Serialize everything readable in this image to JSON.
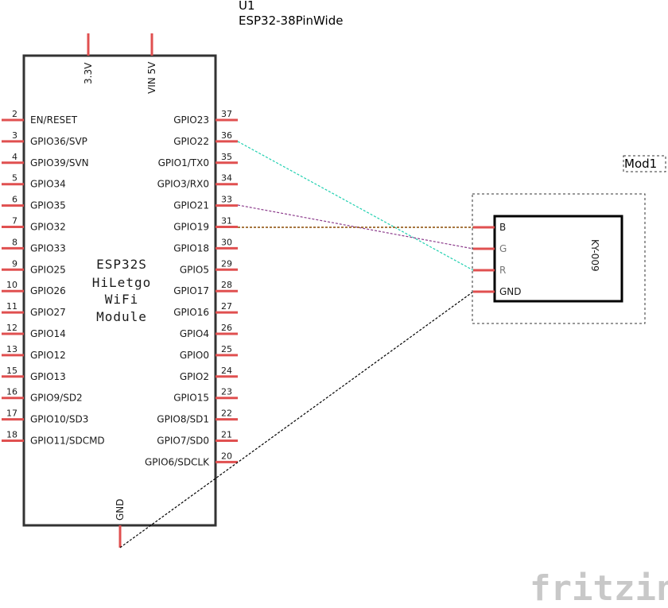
{
  "u1": {
    "ref": "U1",
    "part": "ESP32-38PinWide",
    "body_lines": [
      "ESP32S",
      "HiLetgo",
      "WiFi",
      "Module"
    ],
    "top_pins": [
      {
        "name": "3.3V"
      },
      {
        "name": "VIN 5V"
      }
    ],
    "bottom_pin": {
      "name": "GND"
    },
    "left_pins": [
      {
        "num": "2",
        "name": "EN/RESET"
      },
      {
        "num": "3",
        "name": "GPIO36/SVP"
      },
      {
        "num": "4",
        "name": "GPIO39/SVN"
      },
      {
        "num": "5",
        "name": "GPIO34"
      },
      {
        "num": "6",
        "name": "GPIO35"
      },
      {
        "num": "7",
        "name": "GPIO32"
      },
      {
        "num": "8",
        "name": "GPIO33"
      },
      {
        "num": "9",
        "name": "GPIO25"
      },
      {
        "num": "10",
        "name": "GPIO26"
      },
      {
        "num": "11",
        "name": "GPIO27"
      },
      {
        "num": "12",
        "name": "GPIO14"
      },
      {
        "num": "13",
        "name": "GPIO12"
      },
      {
        "num": "15",
        "name": "GPIO13"
      },
      {
        "num": "16",
        "name": "GPIO9/SD2"
      },
      {
        "num": "17",
        "name": "GPIO10/SD3"
      },
      {
        "num": "18",
        "name": "GPIO11/SDCMD"
      }
    ],
    "right_pins": [
      {
        "num": "37",
        "name": "GPIO23"
      },
      {
        "num": "36",
        "name": "GPIO22"
      },
      {
        "num": "35",
        "name": "GPIO1/TX0"
      },
      {
        "num": "34",
        "name": "GPIO3/RX0"
      },
      {
        "num": "33",
        "name": "GPIO21"
      },
      {
        "num": "31",
        "name": "GPIO19"
      },
      {
        "num": "30",
        "name": "GPIO18"
      },
      {
        "num": "29",
        "name": "GPIO5"
      },
      {
        "num": "28",
        "name": "GPIO17"
      },
      {
        "num": "27",
        "name": "GPIO16"
      },
      {
        "num": "26",
        "name": "GPIO4"
      },
      {
        "num": "25",
        "name": "GPIO0"
      },
      {
        "num": "24",
        "name": "GPIO2"
      },
      {
        "num": "23",
        "name": "GPIO15"
      },
      {
        "num": "22",
        "name": "GPIO8/SD1"
      },
      {
        "num": "21",
        "name": "GPIO7/SD0"
      },
      {
        "num": "20",
        "name": "GPIO6/SDCLK"
      }
    ]
  },
  "mod1": {
    "ref": "Mod1",
    "part": "KY-009",
    "pins": [
      {
        "name": "B",
        "color": "#000000"
      },
      {
        "name": "G",
        "color": "#777777"
      },
      {
        "name": "R",
        "color": "#777777"
      },
      {
        "name": "GND",
        "color": "#000000"
      }
    ]
  },
  "wires": [
    {
      "from": "GPIO22",
      "to": "R",
      "color": "#20d0b0"
    },
    {
      "from": "GPIO21",
      "to": "G",
      "color": "#8b3a8b"
    },
    {
      "from": "GPIO19",
      "to": "B",
      "color": "#8a4a00"
    },
    {
      "from": "GND",
      "to": "GND",
      "color": "#000000"
    }
  ],
  "colors": {
    "pin": "#e05050",
    "outline": "#333333"
  },
  "watermark": "fritzing"
}
